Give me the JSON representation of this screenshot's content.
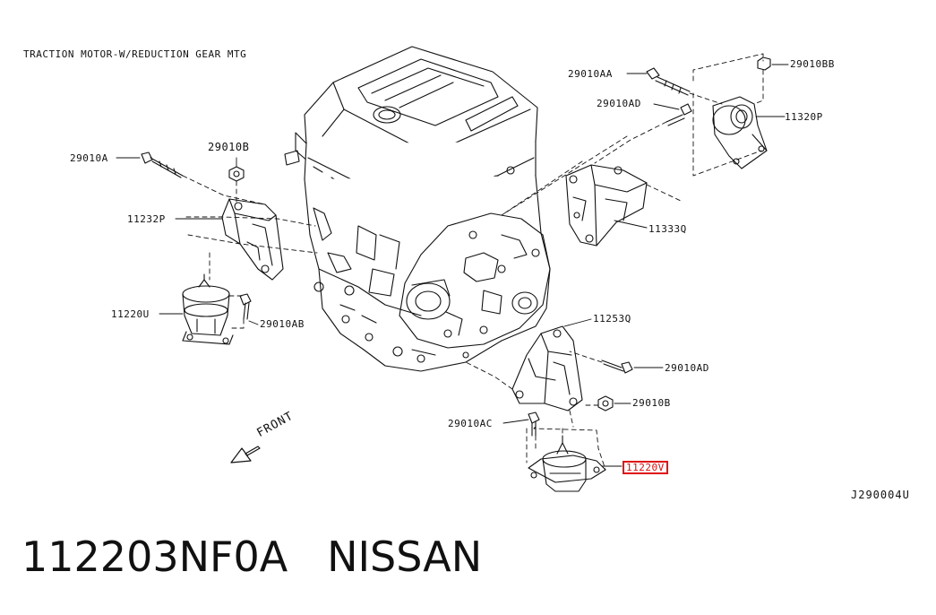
{
  "diagram": {
    "title": "TRACTION MOTOR-W/REDUCTION GEAR MTG",
    "code": "J290004U",
    "front_label": "FRONT",
    "highlighted_part": "11220V",
    "highlight_color": "#e01010",
    "labels": {
      "p29010aa": "29010AA",
      "p29010bb": "29010BB",
      "p29010ad_top": "29010AD",
      "p11320p": "11320P",
      "p29010a": "29010A",
      "p29010b_left": "29010B",
      "p11232p": "11232P",
      "p11333q": "11333Q",
      "p11220u": "11220U",
      "p29010ab": "29010AB",
      "p11253q": "11253Q",
      "p29010ad_mid": "29010AD",
      "p29010b_right": "29010B",
      "p29010ac": "29010AC"
    }
  },
  "caption": {
    "part_number": "112203NF0A",
    "brand": "NISSAN"
  }
}
